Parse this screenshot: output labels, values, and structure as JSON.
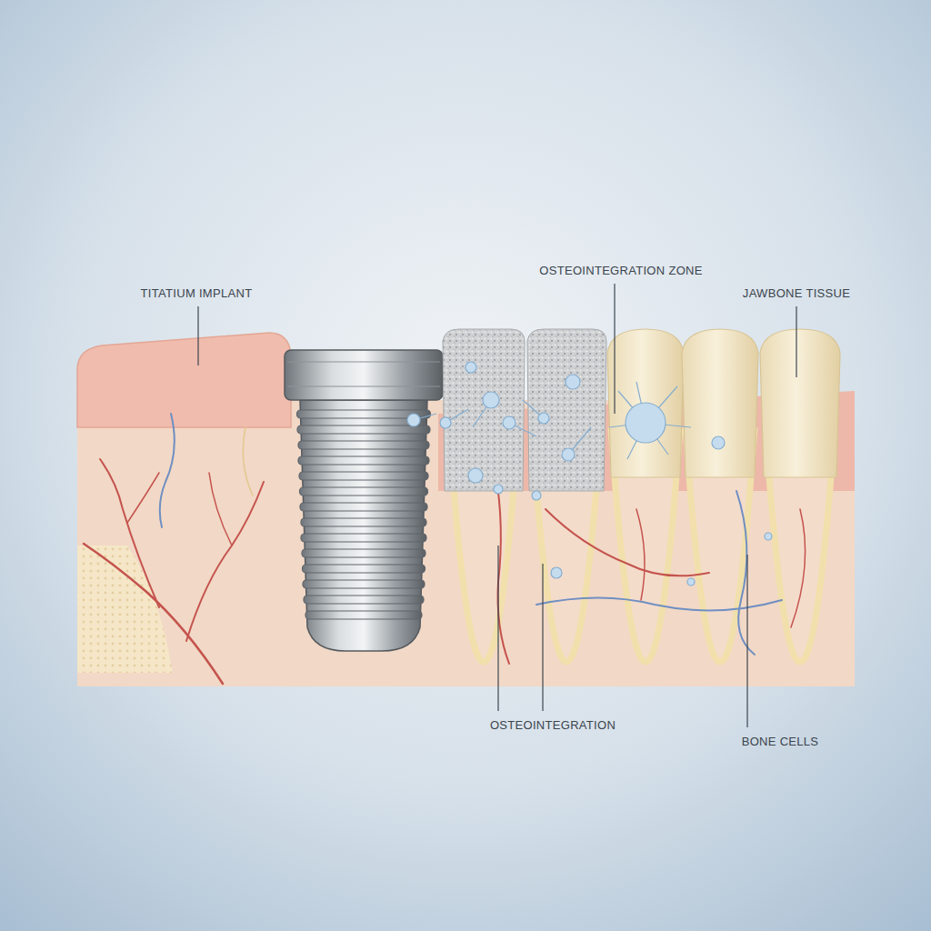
{
  "diagram": {
    "labels": [
      "TITATIUM IMPLANT",
      "OSTEOINTEGRATION ZONE",
      "JAWBONE TISSUE",
      "OSTEOINTEGRATION",
      "BONE CELLS"
    ]
  }
}
